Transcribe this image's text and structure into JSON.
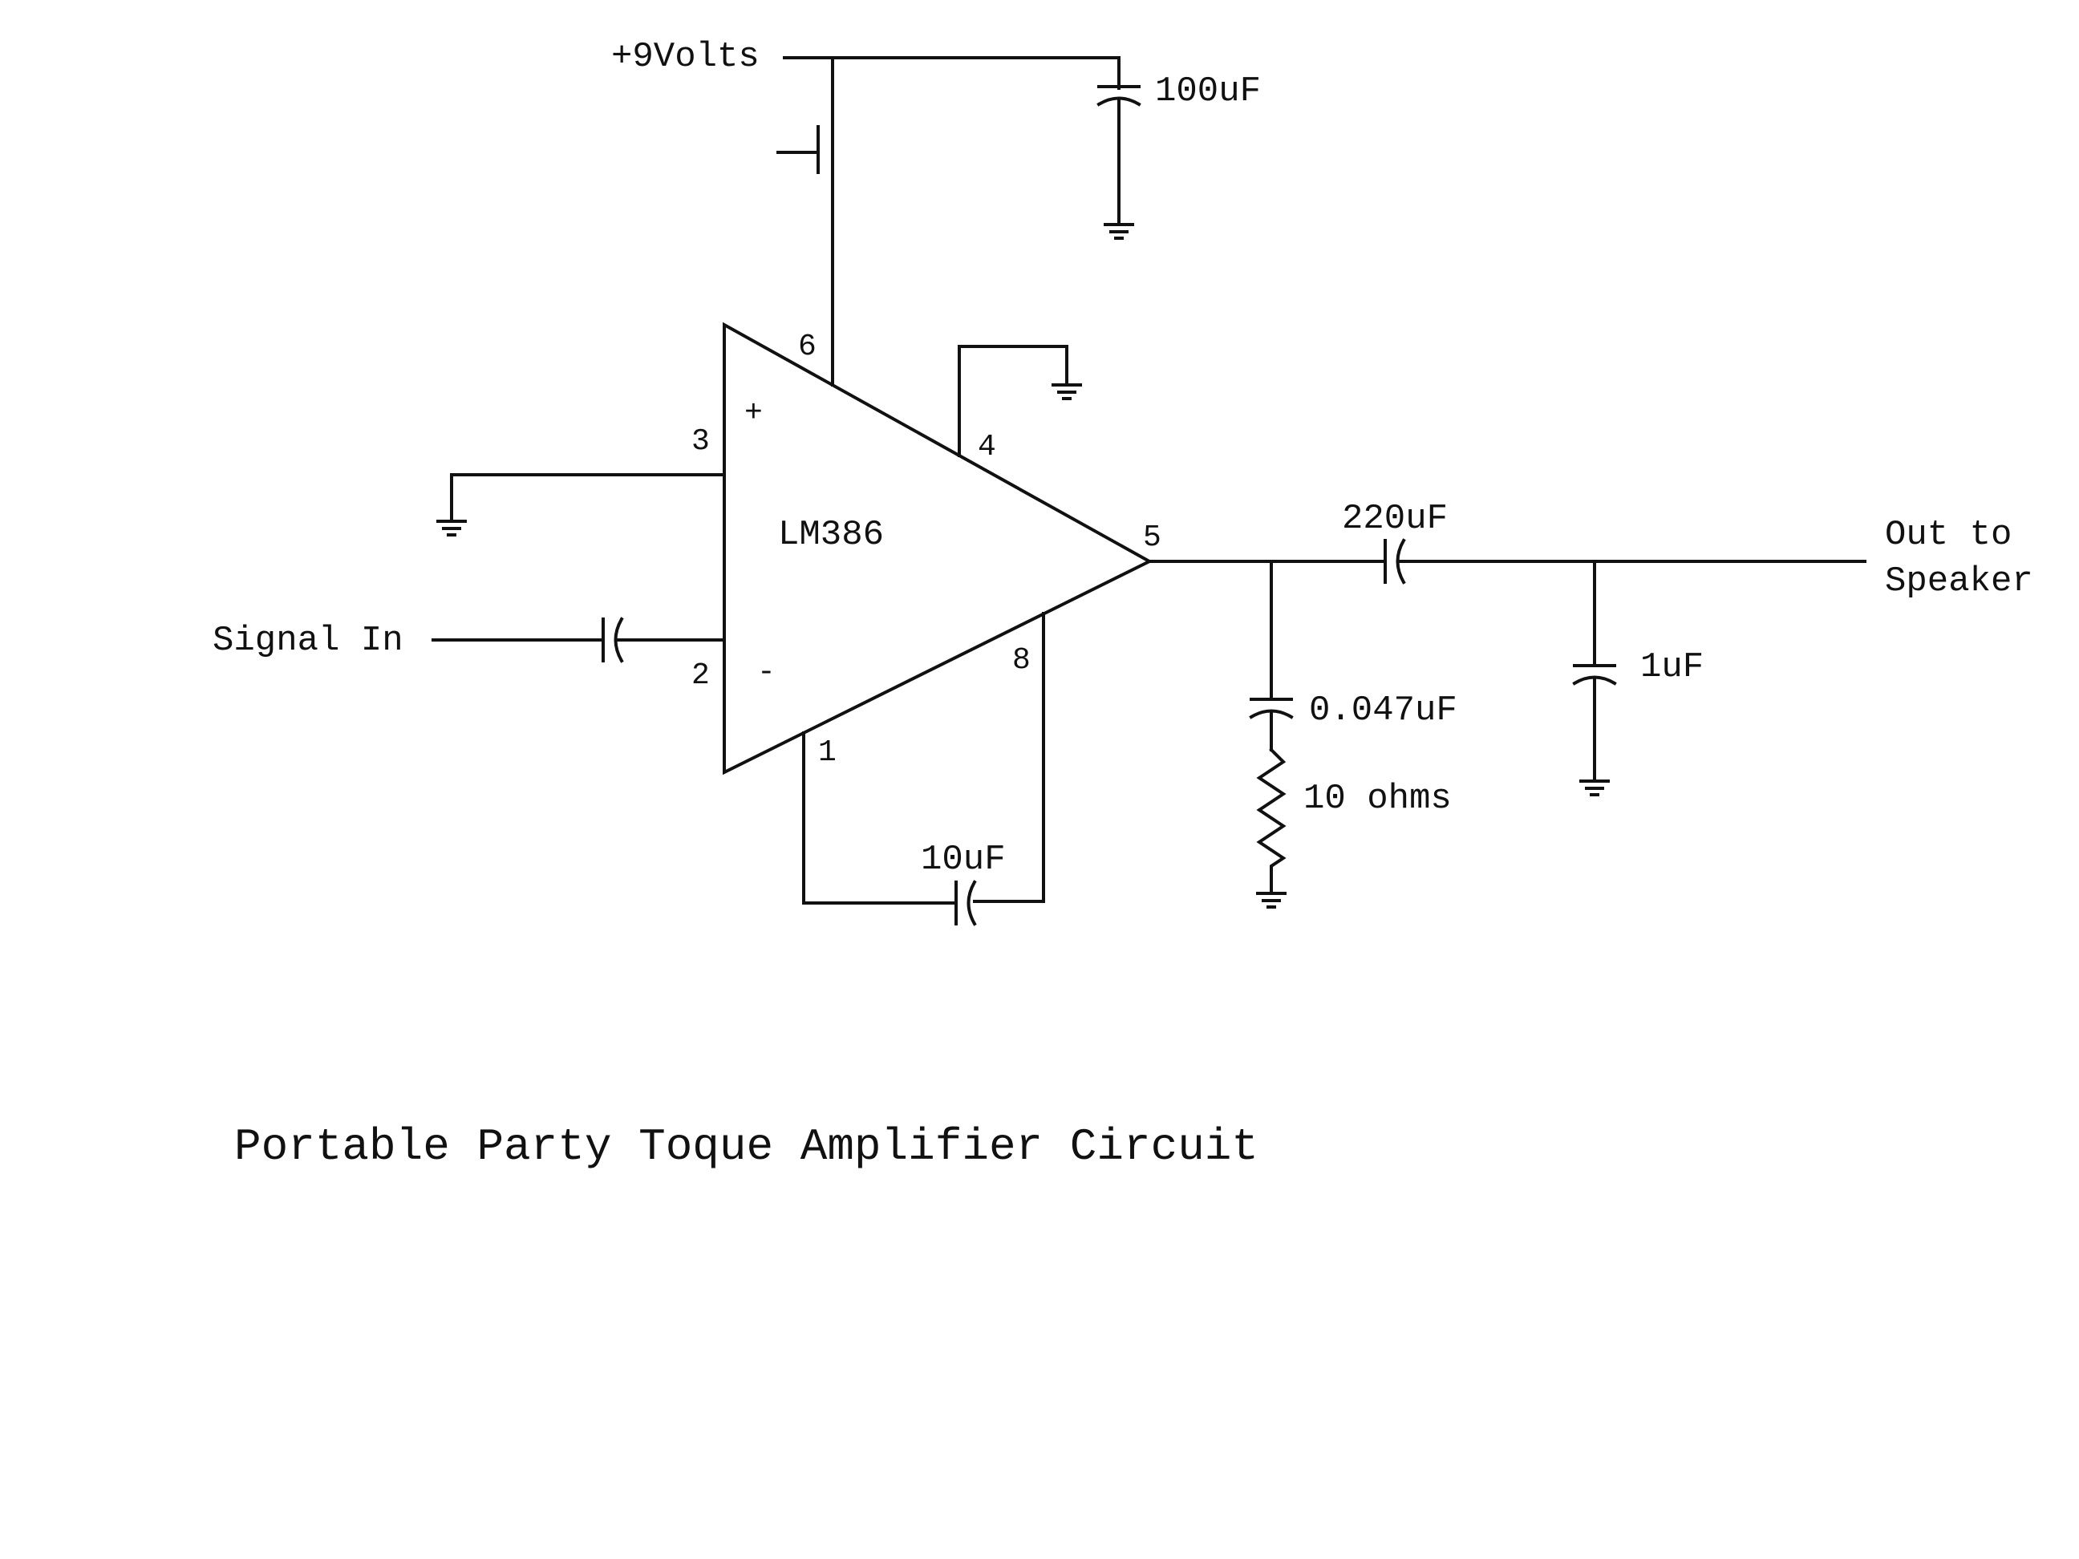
{
  "diagram": {
    "title": "Portable Party Toque Amplifier Circuit",
    "chip_label": "LM386",
    "supply_label": "+9Volts",
    "signal_in_label": "Signal In",
    "output_label_line1": "Out to",
    "output_label_line2": "Speaker",
    "pins": {
      "p1": "1",
      "p2": "2",
      "p3": "3",
      "p4": "4",
      "p5": "5",
      "p6": "6",
      "p8": "8",
      "plus": "+",
      "minus": "-"
    },
    "components": {
      "c_supply": "100uF",
      "c_output": "220uF",
      "c_gain": "10uF",
      "c_zobel": "0.047uF",
      "r_zobel": "10 ohms",
      "c_filter": "1uF"
    },
    "colors": {
      "ink": "#111111",
      "background": "#ffffff"
    }
  }
}
